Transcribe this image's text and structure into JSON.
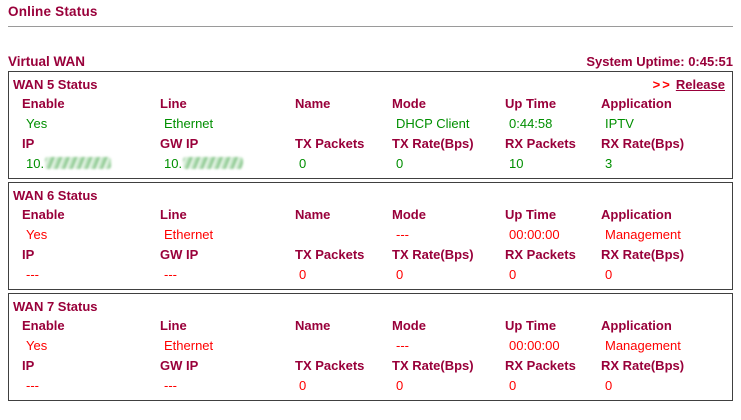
{
  "page": {
    "title": "Online Status",
    "section_title": "Virtual WAN",
    "uptime_text": "System Uptime: 0:45:51"
  },
  "colors": {
    "maroon": "#99003a",
    "green": "#008f00",
    "red": "#ff0000",
    "border": "#404040"
  },
  "release": {
    "chevrons": ">>",
    "label": "Release"
  },
  "row1_headers": [
    "Enable",
    "Line",
    "Name",
    "Mode",
    "Up Time",
    "Application"
  ],
  "row2_headers": [
    "IP",
    "GW IP",
    "TX Packets",
    "TX Rate(Bps)",
    "RX Packets",
    "RX Rate(Bps)"
  ],
  "wan_sections": [
    {
      "title": "WAN 5 Status",
      "state": "connected",
      "row1_values": [
        "Yes",
        "Ethernet",
        "",
        "DHCP Client",
        "0:44:58",
        "IPTV"
      ],
      "row2_values": [
        "10.",
        "10.",
        "0",
        "0",
        "10",
        "3"
      ],
      "ip_redacted": true
    },
    {
      "title": "WAN 6 Status",
      "state": "disconnected",
      "row1_values": [
        "Yes",
        "Ethernet",
        "",
        "---",
        "00:00:00",
        "Management"
      ],
      "row2_values": [
        "---",
        "---",
        "0",
        "0",
        "0",
        "0"
      ],
      "ip_redacted": false
    },
    {
      "title": "WAN 7 Status",
      "state": "disconnected",
      "row1_values": [
        "Yes",
        "Ethernet",
        "",
        "---",
        "00:00:00",
        "Management"
      ],
      "row2_values": [
        "---",
        "---",
        "0",
        "0",
        "0",
        "0"
      ],
      "ip_redacted": false
    }
  ]
}
